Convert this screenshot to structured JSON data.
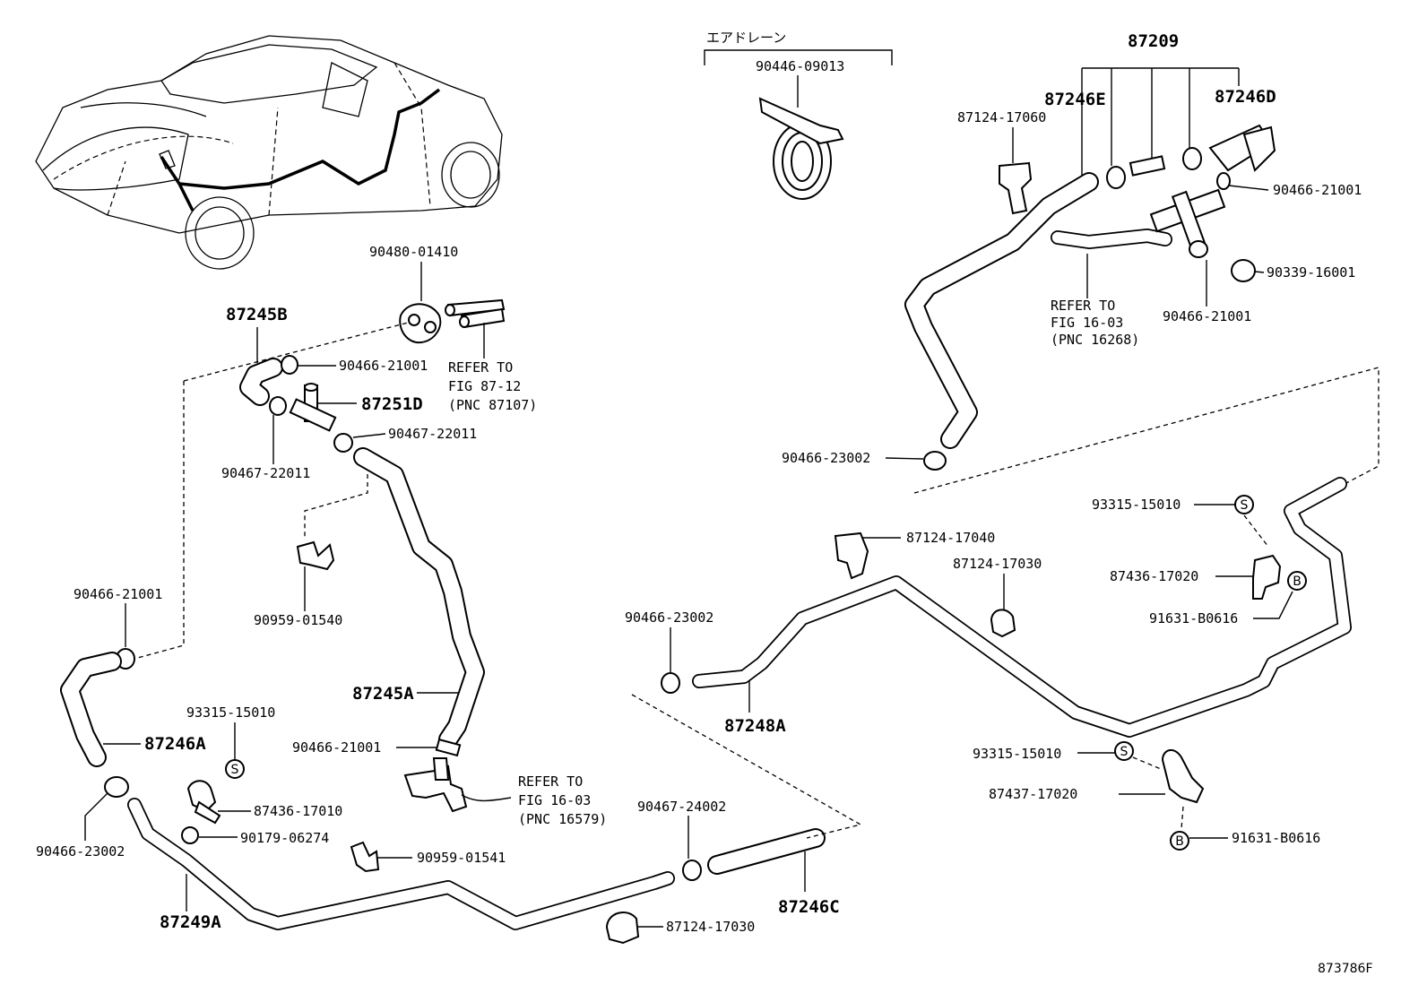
{
  "figure_code": "873786F",
  "air_drain_heading": "エアドレーン",
  "labels": {
    "p87209": "87209",
    "p87246E": "87246E",
    "p87246D": "87246D",
    "p87124_17060": "87124-17060",
    "p90446_09013": "90446-09013",
    "p90466_21001_tr": "90466-21001",
    "p90339_16001": "90339-16001",
    "p90466_21001_tr2": "90466-21001",
    "ref_16_03_a": [
      "REFER TO",
      "FIG 16-03",
      "(PNC 16268)"
    ],
    "p90466_23002_mid": "90466-23002",
    "p90480_01410": "90480-01410",
    "p87245B": "87245B",
    "p90466_21001_b": "90466-21001",
    "ref_87_12": [
      "REFER TO",
      "FIG 87-12",
      "(PNC 87107)"
    ],
    "p87251D": "87251D",
    "p90467_22011_r": "90467-22011",
    "p90467_22011_l": "90467-22011",
    "p90959_01540": "90959-01540",
    "p90466_21001_l": "90466-21001",
    "p87245A": "87245A",
    "p87246A": "87246A",
    "p93315_15010_l": "93315-15010",
    "p90466_21001_c": "90466-21001",
    "ref_16_03_b": [
      "REFER TO",
      "FIG 16-03",
      "(PNC 16579)"
    ],
    "p87436_17010": "87436-17010",
    "p90466_23002_l": "90466-23002",
    "p90179_06274": "90179-06274",
    "p90959_01541": "90959-01541",
    "p87249A": "87249A",
    "p90467_24002": "90467-24002",
    "p87246C": "87246C",
    "p87124_17030_b": "87124-17030",
    "p87124_17040": "87124-17040",
    "p87124_17030_m": "87124-17030",
    "p90466_23002_r": "90466-23002",
    "p87248A": "87248A",
    "p93315_15010_r": "93315-15010",
    "p87436_17020": "87436-17020",
    "p91631_B0616_r": "91631-B0616",
    "p93315_15010_b": "93315-15010",
    "p87437_17020": "87437-17020",
    "p91631_B0616_b": "91631-B0616"
  },
  "symbols": {
    "s": "S",
    "b": "B"
  }
}
